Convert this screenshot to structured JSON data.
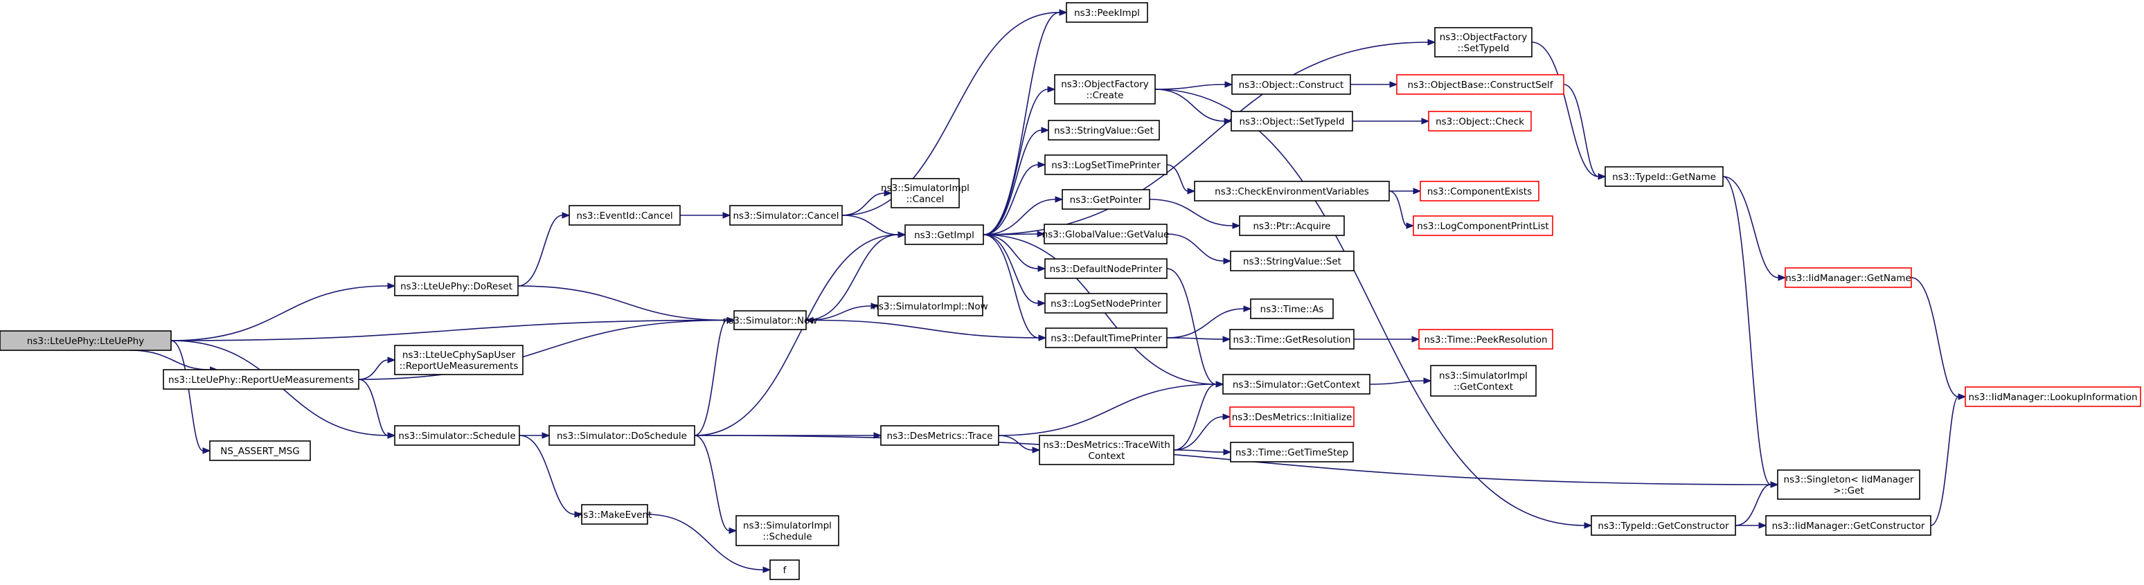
{
  "colors": {
    "edge": "#191970",
    "truncated_border": "#ff0000",
    "root_fill": "#bfbfbf",
    "node_border": "#000000"
  },
  "nodes": [
    {
      "id": "root",
      "lines": [
        "ns3::LteUePhy::LteUePhy"
      ],
      "root": true
    },
    {
      "id": "doreset",
      "lines": [
        "ns3::LteUePhy::DoReset"
      ]
    },
    {
      "id": "reportue",
      "lines": [
        "ns3::LteUePhy::ReportUeMeasurements"
      ]
    },
    {
      "id": "nsassert",
      "lines": [
        "NS_ASSERT_MSG"
      ]
    },
    {
      "id": "schedule",
      "lines": [
        "ns3::Simulator::Schedule"
      ]
    },
    {
      "id": "sapuser",
      "lines": [
        "ns3::LteUeCphySapUser",
        "::ReportUeMeasurements"
      ]
    },
    {
      "id": "eventcancel",
      "lines": [
        "ns3::EventId::Cancel"
      ]
    },
    {
      "id": "simnow",
      "lines": [
        "ns3::Simulator::Now"
      ]
    },
    {
      "id": "doschedule",
      "lines": [
        "ns3::Simulator::DoSchedule"
      ]
    },
    {
      "id": "makeevent",
      "lines": [
        "ns3::MakeEvent"
      ]
    },
    {
      "id": "simcancel",
      "lines": [
        "ns3::Simulator::Cancel"
      ]
    },
    {
      "id": "simimplcancel",
      "lines": [
        "ns3::SimulatorImpl",
        "::Cancel"
      ]
    },
    {
      "id": "getimpl",
      "lines": [
        "ns3::GetImpl"
      ]
    },
    {
      "id": "simimplnow",
      "lines": [
        "ns3::SimulatorImpl::Now"
      ]
    },
    {
      "id": "simimplschedule",
      "lines": [
        "ns3::SimulatorImpl",
        "::Schedule"
      ]
    },
    {
      "id": "desmetricstrace",
      "lines": [
        "ns3::DesMetrics::Trace"
      ]
    },
    {
      "id": "f",
      "lines": [
        "f"
      ]
    },
    {
      "id": "peekimpl",
      "lines": [
        "ns3::PeekImpl"
      ]
    },
    {
      "id": "ofcreate",
      "lines": [
        "ns3::ObjectFactory",
        "::Create"
      ]
    },
    {
      "id": "strget",
      "lines": [
        "ns3::StringValue::Get"
      ]
    },
    {
      "id": "logsettime",
      "lines": [
        "ns3::LogSetTimePrinter"
      ]
    },
    {
      "id": "getpointer",
      "lines": [
        "ns3::GetPointer"
      ]
    },
    {
      "id": "gvgetvalue",
      "lines": [
        "ns3::GlobalValue::GetValue"
      ]
    },
    {
      "id": "defnodeprinter",
      "lines": [
        "ns3::DefaultNodePrinter"
      ]
    },
    {
      "id": "logsetnode",
      "lines": [
        "ns3::LogSetNodePrinter"
      ]
    },
    {
      "id": "deftimeprinter",
      "lines": [
        "ns3::DefaultTimePrinter"
      ]
    },
    {
      "id": "tracewithctx",
      "lines": [
        "ns3::DesMetrics::TraceWith",
        "Context"
      ]
    },
    {
      "id": "ofsettypeid",
      "lines": [
        "ns3::ObjectFactory",
        "::SetTypeId"
      ]
    },
    {
      "id": "objconstruct",
      "lines": [
        "ns3::Object::Construct"
      ]
    },
    {
      "id": "objsettypeid",
      "lines": [
        "ns3::Object::SetTypeId"
      ]
    },
    {
      "id": "checkenv",
      "lines": [
        "ns3::CheckEnvironmentVariables"
      ]
    },
    {
      "id": "ptracquire",
      "lines": [
        "ns3::Ptr::Acquire"
      ]
    },
    {
      "id": "strset",
      "lines": [
        "ns3::StringValue::Set"
      ]
    },
    {
      "id": "timeas",
      "lines": [
        "ns3::Time::As"
      ]
    },
    {
      "id": "timegetres",
      "lines": [
        "ns3::Time::GetResolution"
      ]
    },
    {
      "id": "simgetctx",
      "lines": [
        "ns3::Simulator::GetContext"
      ]
    },
    {
      "id": "desinit",
      "lines": [
        "ns3::DesMetrics::Initialize"
      ],
      "truncated": true
    },
    {
      "id": "gettimestep",
      "lines": [
        "ns3::Time::GetTimeStep"
      ]
    },
    {
      "id": "objbaseconstruct",
      "lines": [
        "ns3::ObjectBase::ConstructSelf"
      ],
      "truncated": true
    },
    {
      "id": "objcheck",
      "lines": [
        "ns3::Object::Check"
      ],
      "truncated": true
    },
    {
      "id": "compexists",
      "lines": [
        "ns3::ComponentExists"
      ],
      "truncated": true
    },
    {
      "id": "logcompprint",
      "lines": [
        "ns3::LogComponentPrintList"
      ],
      "truncated": true
    },
    {
      "id": "peekres",
      "lines": [
        "ns3::Time::PeekResolution"
      ],
      "truncated": true
    },
    {
      "id": "simimplgetctx",
      "lines": [
        "ns3::SimulatorImpl",
        "::GetContext"
      ]
    },
    {
      "id": "typeidgetname",
      "lines": [
        "ns3::TypeId::GetName"
      ]
    },
    {
      "id": "typeidgetctor",
      "lines": [
        "ns3::TypeId::GetConstructor"
      ]
    },
    {
      "id": "iidgetname",
      "lines": [
        "ns3::IidManager::GetName"
      ],
      "truncated": true
    },
    {
      "id": "singletonget",
      "lines": [
        "ns3::Singleton< IidManager",
        " >::Get"
      ]
    },
    {
      "id": "iidgetctor",
      "lines": [
        "ns3::IidManager::GetConstructor"
      ]
    },
    {
      "id": "iidlookup",
      "lines": [
        "ns3::IidManager::LookupInformation"
      ],
      "truncated": true
    }
  ],
  "edges": [
    [
      "root",
      "doreset"
    ],
    [
      "root",
      "simnow"
    ],
    [
      "root",
      "reportue"
    ],
    [
      "root",
      "schedule"
    ],
    [
      "root",
      "nsassert"
    ],
    [
      "doreset",
      "eventcancel"
    ],
    [
      "doreset",
      "simnow"
    ],
    [
      "reportue",
      "sapuser"
    ],
    [
      "reportue",
      "simnow"
    ],
    [
      "reportue",
      "schedule"
    ],
    [
      "schedule",
      "doschedule"
    ],
    [
      "schedule",
      "makeevent"
    ],
    [
      "eventcancel",
      "simcancel"
    ],
    [
      "simcancel",
      "simimplcancel"
    ],
    [
      "simcancel",
      "getimpl"
    ],
    [
      "simcancel",
      "peekimpl"
    ],
    [
      "simnow",
      "getimpl"
    ],
    [
      "simnow",
      "simimplnow"
    ],
    [
      "doschedule",
      "simnow"
    ],
    [
      "doschedule",
      "getimpl"
    ],
    [
      "doschedule",
      "simimplschedule"
    ],
    [
      "doschedule",
      "desmetricstrace"
    ],
    [
      "doschedule",
      "singletonget"
    ],
    [
      "makeevent",
      "f"
    ],
    [
      "getimpl",
      "peekimpl"
    ],
    [
      "getimpl",
      "ofsettypeid"
    ],
    [
      "getimpl",
      "ofcreate"
    ],
    [
      "getimpl",
      "strget"
    ],
    [
      "getimpl",
      "logsettime"
    ],
    [
      "getimpl",
      "getpointer"
    ],
    [
      "getimpl",
      "gvgetvalue"
    ],
    [
      "getimpl",
      "defnodeprinter"
    ],
    [
      "getimpl",
      "logsetnode"
    ],
    [
      "getimpl",
      "deftimeprinter"
    ],
    [
      "getimpl",
      "simgetctx"
    ],
    [
      "ofcreate",
      "objconstruct"
    ],
    [
      "ofcreate",
      "objsettypeid"
    ],
    [
      "ofcreate",
      "typeidgetctor"
    ],
    [
      "ofsettypeid",
      "typeidgetname"
    ],
    [
      "logsettime",
      "checkenv"
    ],
    [
      "getpointer",
      "ptracquire"
    ],
    [
      "gvgetvalue",
      "strset"
    ],
    [
      "defnodeprinter",
      "simgetctx"
    ],
    [
      "deftimeprinter",
      "timeas"
    ],
    [
      "deftimeprinter",
      "timegetres"
    ],
    [
      "deftimeprinter",
      "simnow"
    ],
    [
      "desmetricstrace",
      "simgetctx"
    ],
    [
      "desmetricstrace",
      "tracewithctx"
    ],
    [
      "tracewithctx",
      "simgetctx"
    ],
    [
      "tracewithctx",
      "desinit"
    ],
    [
      "tracewithctx",
      "gettimestep"
    ],
    [
      "objconstruct",
      "objbaseconstruct"
    ],
    [
      "objsettypeid",
      "objcheck"
    ],
    [
      "objbaseconstruct",
      "typeidgetname"
    ],
    [
      "checkenv",
      "compexists"
    ],
    [
      "checkenv",
      "logcompprint"
    ],
    [
      "timegetres",
      "peekres"
    ],
    [
      "simgetctx",
      "simimplgetctx"
    ],
    [
      "typeidgetname",
      "iidgetname"
    ],
    [
      "typeidgetname",
      "singletonget"
    ],
    [
      "typeidgetctor",
      "singletonget"
    ],
    [
      "typeidgetctor",
      "iidgetctor"
    ],
    [
      "iidgetname",
      "iidlookup"
    ],
    [
      "iidgetctor",
      "iidlookup"
    ]
  ]
}
